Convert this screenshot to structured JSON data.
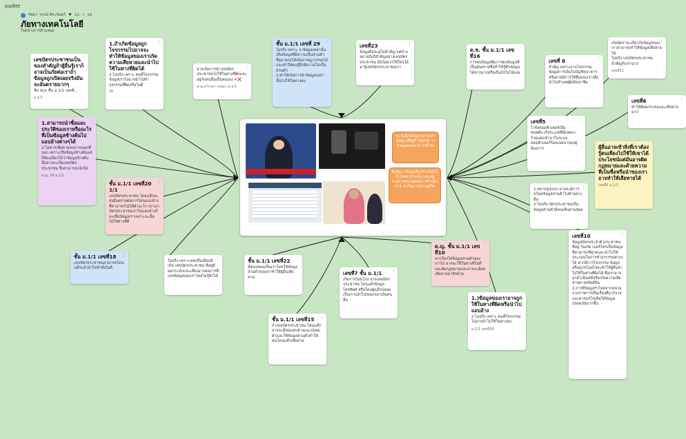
{
  "app": {
    "brand": "padlet"
  },
  "header": {
    "author": "รัชดา วรรณ์ พีระจันทร์",
    "hearts": "22",
    "age": "1ท",
    "title": "ภัยทางเทคโนโลยี",
    "subtitle": "ใจดทางการตำแหน่ง"
  },
  "cards": [
    {
      "title": "เลขบัตรประชาชนเป็นของสำคัญถ้าผู้อื่นรู้เราก็อาจเป็นภัยต่อเราถ้าข้อมูลถูกเปิดเผยจริงมันจะอันตรายมากๆ",
      "body": "ชื่อ สกุล ชั้น ม.1/1 เลขที่...",
      "meta": "ม.1/1"
    },
    {
      "title": "1.ถ้าเกิดข้อมูลถูกโจรกรรมไปอาจจะทำให้ข้อมูลของเราเกิดความเสียหายและนำไปใช้ในทางที่ผิดได้",
      "body": "2.ไม่จริง เพราะ คนที่โจรกรรมข้อมูลเราไปอาจนำไปทำธุรกรรมที่ผิดหรือไม่ดี",
      "meta": "30"
    },
    {
      "title": "",
      "body": "อาจเกิดการนำเลขบัตรประชาชนไปใช้ในทางที่ผิดและอยู่กับคนอื่นเป็นคนเอง ✔❌",
      "meta": "ด.ญ.ธวัรรษา เกตุมา ม.1/1"
    },
    {
      "title": "ชั้น ม.1/1 เลขที่ 29",
      "body": "ไม่จริง เพราะ 1:ข้อมูลเหล่านั้นเป็นข้อมูลที่มีความเป็นส่วนตัวซึ่งอาจก่อให้เกิดอาชญากรรมได้และทำให้คนรู้สึกมีความไม่เป็นส่วนตัว\n2:ทำให้เกิดการนำข้อมูลเหล่านั้นไปใช้ในทางลบ",
      "meta": ""
    },
    {
      "title": "เลขที่23",
      "body": "ข้อมูลถือจะดูไม่สำคัญ แต่บ้างอย่างมันก็สำคัญอย่างเลขบัตรประชาชน มันไม่ควรให้ใครได้มารู้เลขบัตรประชาชนเรา",
      "meta": ""
    },
    {
      "title": "ด.ช. ชั้น ม.1/1 เลขที่16",
      "body": "การตบข้อมูลคือการตบข้อมูลที่เป็นอันตรายซึ่งทำให้รู้สึกข้อมูลได้ยากมากหรือเป็นไปไม่ได้เลย",
      "meta": ""
    },
    {
      "title": "เลขที่ 8",
      "body": "สำคัญ เพราะอาจโจรกรรมข้อมูลการเงินในบัญชีธนาคารหรืออาจมีการใช้ชื่อของเราเพื่อนำไปทำเหตุผิดมิจฉาชีพ",
      "meta": ""
    },
    {
      "title": "",
      "body": "เกิดอัตราจะเกี่ยวกับข้อมูลของเราสามารถทำให้ข้อมูลเสียหายได้\nไม่จริง เลขบัตรประชาชนสำคัญกับเรามาก",
      "meta": "เลขที่21"
    },
    {
      "title": "เลขที่6",
      "body": "ทำให้มีผลกระทบและเสียหายมาก",
      "meta": ""
    },
    {
      "title": "1.สามารถนำชื่อและประวัติของเราหรืออะไรที่เป็นข้อมูลข้างต้นไปแอบอ้างต่างๆได้",
      "body": "2.ไม่ควรเชื่อตามคนภายนอกที่บอก เพราะเป็นข้อมูลข้างต้นแต่ก็ต้องเลือกได้ว่าข้อมูลข้างต้นนั้นอาจจะเป็นเลขบัตรประชาชน ซึ่งสามารถแจ้งได้",
      "meta": "ด.ญ. 36 ม.1/1"
    },
    {
      "title": "ชั้น ม.1/1 เลขที่20 1/1",
      "body": "เลขบัตรประชาชน โดนแอ๊กจะส่งอันตรายต่อการโดนแอบอ้างที่สามารถไม่ได้ทำอะไร เขาเอาบัตรประชาชนเราไปแอบอ้างก็จะเชื่อข้อมูลเราเพราะฉะนั้นไม่ใช่ทางที่ดี",
      "meta": ""
    },
    {
      "title": "เลขที่5",
      "body": "ไวรัสคอมพิวเตอร์เป็นซอฟต์แวร์ประเภทที่มีเจตนาร้ายแฝงเข้ามาในระบบคอมพิวเตอร์โดยเจตนาของผู้ต้องการ",
      "meta": ""
    },
    {
      "title": "ผู้อื่นอาจเข้าสิ่งที่เราต้องรู้ตนเพียงไปใช้ให้เขาได้ประโยชน์แต่มันอาจผิดกฎหมายและด้วยความที่เป็นชื่อหรือนำของเราอาจทำให้เสียหายได้",
      "body": "",
      "meta": "เลขที่1 ม.1/1"
    },
    {
      "title": "",
      "body": "1:หลายรูปแบบ อาจจะมีการขโมยข้อมูลส่วนตัวไปทำอย่างอื่น\n2:ไม่จริง บัตรประชาชนเป็นข้อมูลส่วนตัวมีคนเห็นส่วนน้อย",
      "meta": ""
    },
    {
      "title": "ชั้น ม.1/1 เลขที่18",
      "body": "เลขบัตรประชาชนสามารถโดนแอ๊กแล้วนำไปทำสิ่งไม่ดี",
      "meta": ""
    },
    {
      "title": "",
      "body": "ไม่จริง เพราะเลขเป็นเลือนปีเกิด เลขบัตรประชาชน ที่อยู่มีผลกระทบและเสี่ยงมากต่อการที่เลขข้อมูลของเราโดยไม่รู้ตัวได้",
      "meta": ""
    },
    {
      "title": "ชั้น ม.1/1 เลขที่22",
      "body": "มีคนปลอมเป็นเราโดยใช้ข้อมูลส่วนตัวของเราทำให้ผู้อื่นเสียหาย",
      "meta": ""
    },
    {
      "title": "ชั้น ม.1/1 เลขที่15",
      "body": "ถ้าเลขบัตรประชาชน โดนแอ๊ก อาจจะมีคนแอบอ้างและปลอมตัวและใช้ข้อมูลส่วนตัวทำให้คนโดนแอ๊กเสียหาย",
      "meta": ""
    },
    {
      "title": "เลขที่7 ชั้น ม.1/1",
      "body": "เกิดการโดนโกง อาจเลขบัตรประชาชน โดนแอ๊กข้อมูลโทรศัพท์ หรือโดนผู้แอ๊กปลอมเป็นเราแล้วไปหลอกเอาเงินคนอื่น",
      "meta": ""
    },
    {
      "title": "ด.ญ. ชั้น ม.1/1 เลขที่10",
      "body": "หากใครได้ข้อมูลส่วนตัวของเราไป อาจจะใช้ในทางที่ไม่ดี และผิดกฎหมายและอาจจะมีผลเสียตามมาอีกด้วย",
      "meta": ""
    },
    {
      "title": "1.)ข้อมูลของเราอาจถูกใช้ในทางที่ผิดหรือนำไปแอบอ้าง",
      "body": "2.ไม่จริง เพราะ คนที่โจรกรรมไปอาจนำไปใช้ในทางลบ",
      "meta": "ม.1/1 เลขที่28"
    },
    {
      "title": "เลขที่10",
      "body": "ข้อมูลบัตรประจำตัวประชาชน ที่อยู่ วันเกิด เบอร์โทรเป็นข้อมูลที่สามารถที่ทุกคนจะนำไปใช้ประกอบในการทำธุรกรรมต่างๆได้ หากมีการโจรกรรม ข้อมูลหรือถูกขโมยไปจะทำให้ผู้อื่นนำไปใช้ในทางที่ผิดได้ ซึ่งเราอาจถูกดำเนินคดีหรือเกิดความเสียหายทางทรัพย์สิน\n2.การที่ข้อมูลรั่วไหลจากหน่วยงานราชการเป็นเรื่องที่น่ากังวลและควรแก้ไขเพื่อให้ข้อมูลปลอดภัยมากขึ้น",
      "meta": ""
    }
  ],
  "center_image": {
    "badge_1": "จนวันนี้ ยังไม่สามารถหาข้อมูล ที่มีผู้รั่วไหลได้ ว่าข้อมูลหลุดมาจากที่ไหน",
    "badge_2": "ยืนยันว่าข้อมูลที่ถูกขายไม่ได้รั่วไหลจากระบบ และอยู่ระหว่างตรวจสอบการดำเนินการ ว่าเกิดจากสาเหตุใด"
  },
  "colors": {
    "background": "#c8e6c4",
    "card": "#ffffff",
    "blue": "#cfe4fb",
    "purple": "#ecd2f5",
    "pink": "#f8d6d8",
    "yellow": "#fcf2c2"
  }
}
